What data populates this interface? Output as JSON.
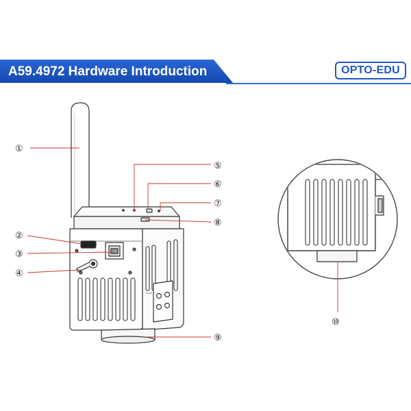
{
  "header": {
    "title": "A59.4972 Hardware Introduction",
    "banner_color": "#1a56c4",
    "rule_color": "#2f6fd0"
  },
  "brand": {
    "logo_text": "OPTO-EDU",
    "logo_color": "#1b57c6"
  },
  "callouts": [
    {
      "number": "①"
    },
    {
      "number": "②"
    },
    {
      "number": "③"
    },
    {
      "number": "④"
    },
    {
      "number": "⑤"
    },
    {
      "number": "⑥"
    },
    {
      "number": "⑦"
    },
    {
      "number": "⑧"
    },
    {
      "number": "⑨"
    },
    {
      "number": "⑩"
    }
  ]
}
